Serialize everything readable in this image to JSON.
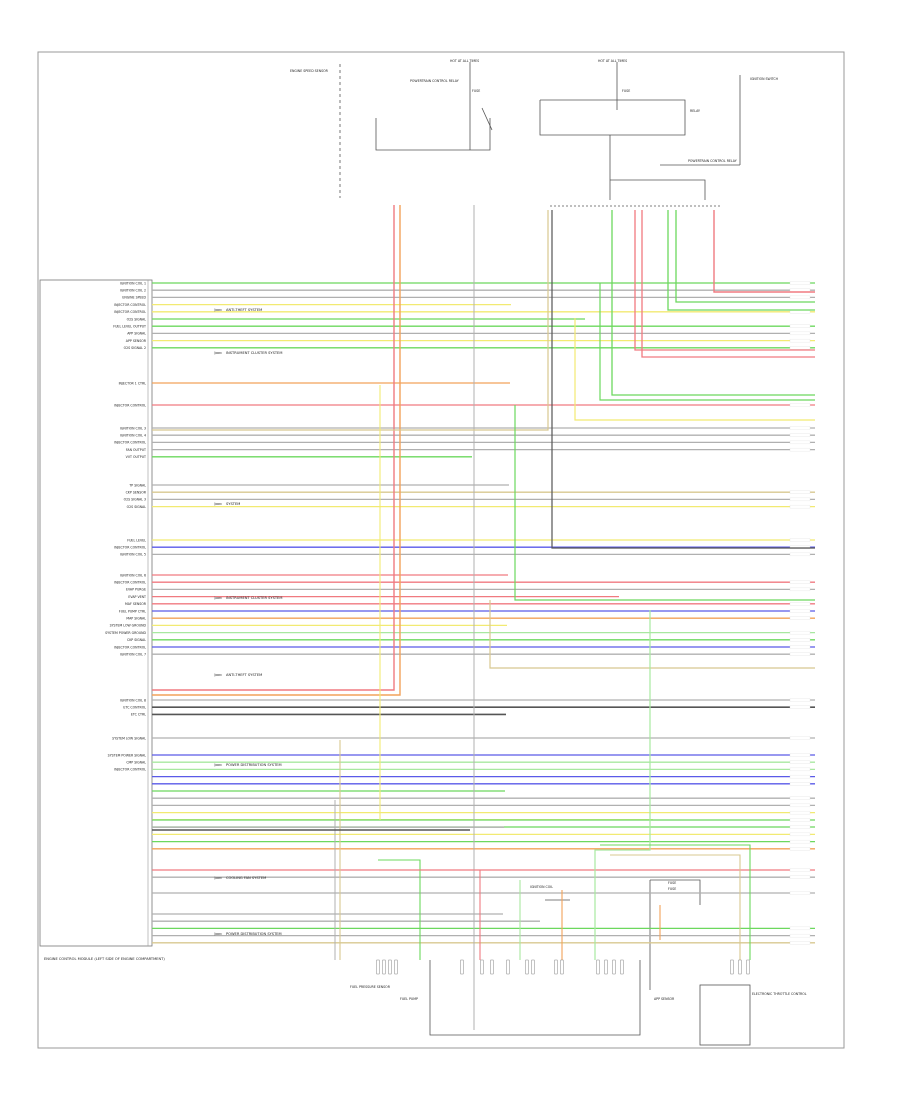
{
  "diagram": {
    "title": "",
    "ecm_label": "ENGINE CONTROL MODULE (LEFT SIDE OF ENGINE COMPARTMENT)",
    "drawing_number": "",
    "left_labels": [
      "IGNITION COIL 1",
      "IGNITION COIL 2",
      "ENGINE SPEED",
      "INJECTOR CONTROL",
      "INJECTOR CONTROL",
      "O2S SIGNAL",
      "FUEL LEVEL OUTPUT",
      "APP SIGNAL",
      "APP SENSOR",
      "O2S SIGNAL 2",
      "INJECTOR 1 CTRL",
      "INJECTOR CONTROL",
      "IGNITION COIL 3",
      "IGNITION COIL 4",
      "INJECTOR CONTROL",
      "FAN OUTPUT",
      "VVT OUTPUT",
      "TP SIGNAL",
      "CKP SENSOR",
      "O2S SIGNAL 3",
      "O2S SIGNAL",
      "FUEL LEVEL",
      "INJECTOR CONTROL",
      "IGNITION COIL 5",
      "IGNITION COIL 6",
      "INJECTOR CONTROL",
      "EVAP PURGE",
      "EVAP VENT",
      "MAF SENSOR",
      "FUEL PUMP CTRL",
      "MAP SIGNAL",
      "SYSTEM LOW GROUND",
      "SYSTEM POWER GROUND",
      "CKP SIGNAL",
      "INJECTOR CONTROL",
      "IGNITION COIL 7",
      "IGNITION COIL 8",
      "ETC CONTROL",
      "ETC CTRL",
      "SYSTEM LOW SIGNAL",
      "SYSTEM POWER SIGNAL",
      "CMP SIGNAL",
      "INJECTOR CONTROL"
    ],
    "callouts": [
      "ANTI-THEFT SYSTEM",
      "INSTRUMENT CLUSTER SYSTEM",
      "SYSTEM",
      "INSTRUMENT CLUSTER SYSTEM",
      "ANTI-THEFT SYSTEM",
      "POWER DISTRIBUTION SYSTEM",
      "COOLING FAN SYSTEM",
      "POWER DISTRIBUTION SYSTEM"
    ],
    "top_components": [
      "ENGINE SPEED SENSOR",
      "HOT AT ALL TIMES",
      "POWERTRAIN CONTROL RELAY",
      "FUSE",
      "HOT AT ALL TIMES",
      "FUSE",
      "RELAY",
      "POWERTRAIN CONTROL RELAY",
      "IGNITION SWITCH"
    ],
    "bottom_components": [
      "FUEL PRESSURE SENSOR",
      "FUEL PUMP",
      "IGNITION COIL",
      "FUSE",
      "FUSE",
      "APP SENSOR",
      "ELECTRONIC THROTTLE CONTROL"
    ]
  },
  "colors": {
    "green": "#6cd85e",
    "red": "#f07a80",
    "yellow": "#f2ea72",
    "orange": "#f2a25a",
    "blue": "#5a5ae8",
    "gray": "#b0b0b0",
    "dark": "#555555",
    "lightgreen": "#a8e8a0",
    "tan": "#d8c890"
  }
}
